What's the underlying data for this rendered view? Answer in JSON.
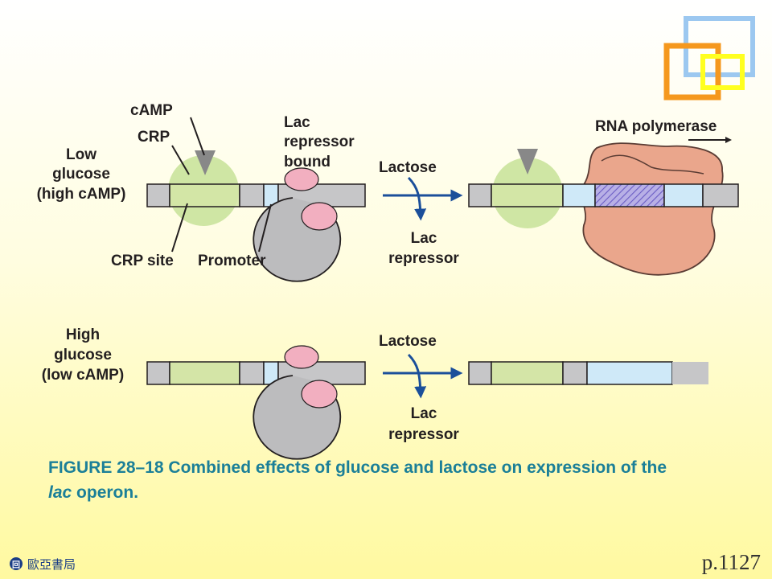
{
  "diagram": {
    "top": {
      "condition": [
        "Low",
        "glucose",
        "(high cAMP)"
      ],
      "labels": {
        "camp": "cAMP",
        "crp": "CRP",
        "repressor_bound": [
          "Lac",
          "repressor",
          "bound"
        ],
        "crp_site": "CRP site",
        "promoter": "Promoter",
        "rna_polymerase": "RNA polymerase"
      },
      "arrow": {
        "input": "Lactose",
        "output": [
          "Lac",
          "repressor"
        ]
      }
    },
    "bottom": {
      "condition": [
        "High",
        "glucose",
        "(low cAMP)"
      ],
      "arrow": {
        "input": "Lactose",
        "output": [
          "Lac",
          "repressor"
        ]
      }
    },
    "colors": {
      "crp_site": "#d4e5a7",
      "promoter": "#cfe9f8",
      "dna_gray": "#c6c6c8",
      "repressor_gray": "#bcbcbe",
      "repressor_pink": "#f2afc0",
      "crp_circle": "#cfe6a4",
      "camp": "#888888",
      "rna_polymerase": "#eaa68c",
      "arrow_blue": "#1b4f9a"
    }
  },
  "caption": {
    "prefix": "FIGURE 28–18 Combined effects of glucose and lactose on expression of the ",
    "italic": "lac",
    "suffix": " operon."
  },
  "footer": {
    "logo_glyph": "回",
    "publisher": "歐亞書局",
    "page": "p.1127"
  }
}
